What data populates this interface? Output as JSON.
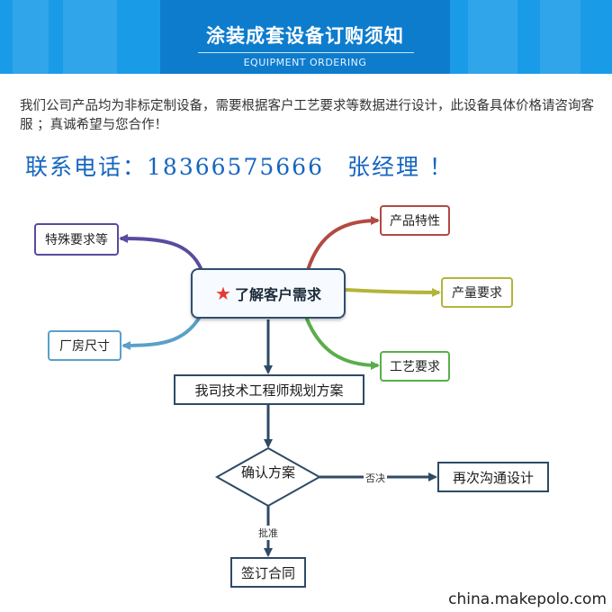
{
  "banner": {
    "title": "涂装成套设备订购须知",
    "subtitle": "EQUIPMENT ORDERING"
  },
  "intro": "我们公司产品均为非标定制设备，需要根据客户工艺要求等数据进行设计，此设备具体价格请咨询客服 ；真诚希望与您合作！",
  "contact": {
    "label": "联系电话：",
    "phone": "18366575666",
    "person": "张经理 ！"
  },
  "diagram": {
    "central": "了解客户需求",
    "central_icon": "star-icon",
    "branches_left": [
      "特殊要求等",
      "厂房尺寸"
    ],
    "branches_right": [
      "产品特性",
      "产量要求",
      "工艺要求"
    ],
    "step1": "我司技术工程师规划方案",
    "decision": "确认方案",
    "reject_label": "否决",
    "reject_target": "再次沟通设计",
    "approve_label": "批准",
    "final": "签订合同",
    "colors": {
      "special": "#5b4a9e",
      "factory": "#5aa0c8",
      "product": "#b24a43",
      "output": "#b4b43a",
      "process": "#5aae4a",
      "flow": "#2d4a66"
    }
  },
  "watermark": "china.makepolo.com"
}
